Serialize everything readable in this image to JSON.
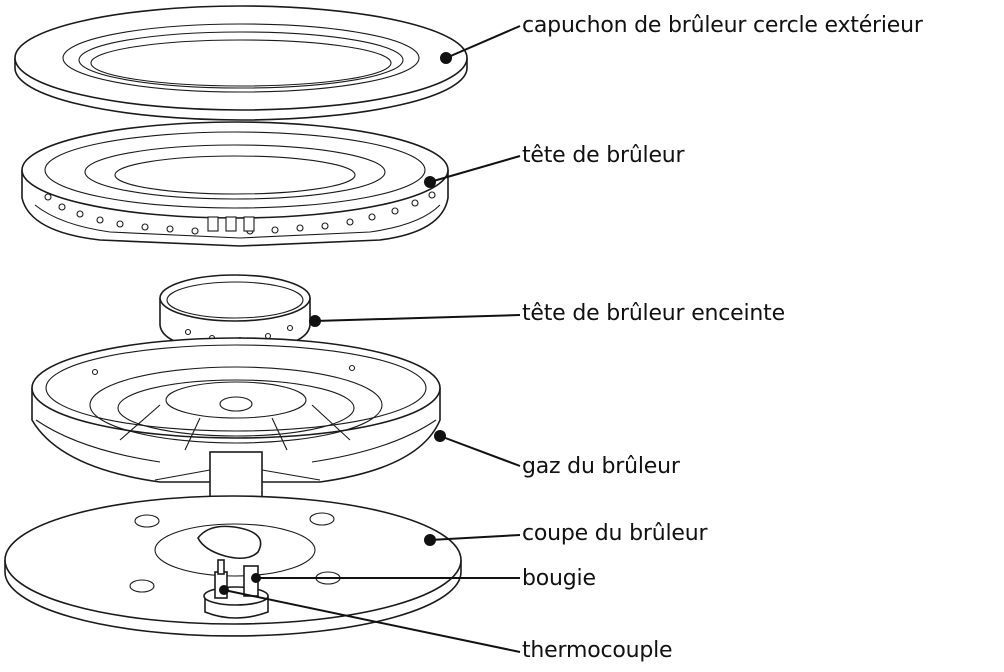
{
  "labels": {
    "outer_ring_cap": "capuchon de brûleur cercle extérieur",
    "burner_head": "tête de brûleur",
    "inner_burner_head": "tête de brûleur enceinte",
    "burner_gas": "gaz du brûleur",
    "burner_cup": "coupe du brûleur",
    "spark_plug": "bougie",
    "thermocouple": "thermocouple"
  },
  "colors": {
    "line": "#1a1a1a",
    "background": "#ffffff"
  }
}
